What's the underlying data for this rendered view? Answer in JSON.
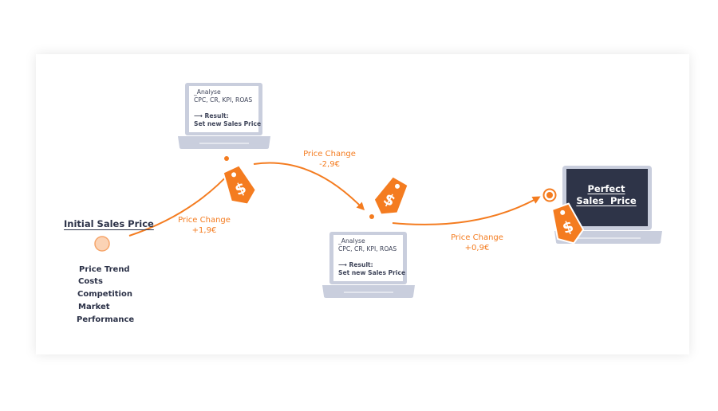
{
  "initial": {
    "title": "Initial Sales Price",
    "factors": [
      "Price Trend",
      "Costs",
      "Competition",
      "Market",
      "Performance"
    ]
  },
  "laptops": [
    {
      "line1": "_Analyse",
      "line2": "CPC, CR, KPI, ROAS",
      "line3": "⟶ Result:",
      "line4": "Set new Sales Price"
    },
    {
      "line1": "_Analyse",
      "line2": "CPC, CR, KPI, ROAS",
      "line3": "⟶ Result:",
      "line4": "Set new Sales Price"
    }
  ],
  "final": {
    "line1": "Perfect",
    "line2": "Sales  Price"
  },
  "price_changes": [
    {
      "label": "Price Change",
      "value": "+1,9€"
    },
    {
      "label": "Price Change",
      "value": "-2,9€"
    },
    {
      "label": "Price Change",
      "value": "+0,9€"
    }
  ],
  "colors": {
    "accent": "#f47c20",
    "text_dark": "#2b3147",
    "screen_dark": "#2e3448",
    "laptop_frame": "#c9cedd"
  },
  "icons": [
    "price-tag-icon",
    "dollar-icon",
    "laptop-icon",
    "arrow-icon"
  ]
}
